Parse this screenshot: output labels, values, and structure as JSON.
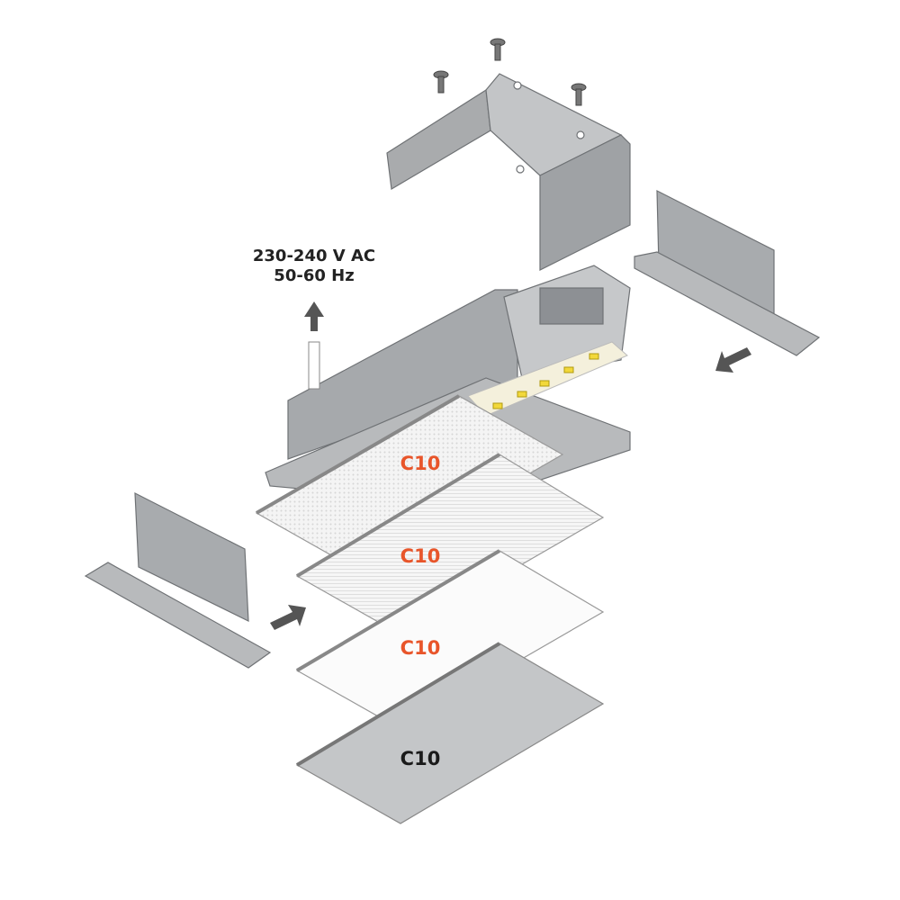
{
  "power_label": {
    "line1": "230-240 V AC",
    "line2": "50-60 Hz"
  },
  "diffusers": [
    {
      "label": "C10",
      "color": "#e8552a"
    },
    {
      "label": "C10",
      "color": "#e8552a"
    },
    {
      "label": "C10",
      "color": "#e8552a"
    },
    {
      "label": "C10",
      "color": "#1a1a1a"
    }
  ],
  "colors": {
    "metal": "#b4b6b8",
    "metal_dark": "#8e9194",
    "arrow": "#555555",
    "led": "#f2d83a"
  }
}
